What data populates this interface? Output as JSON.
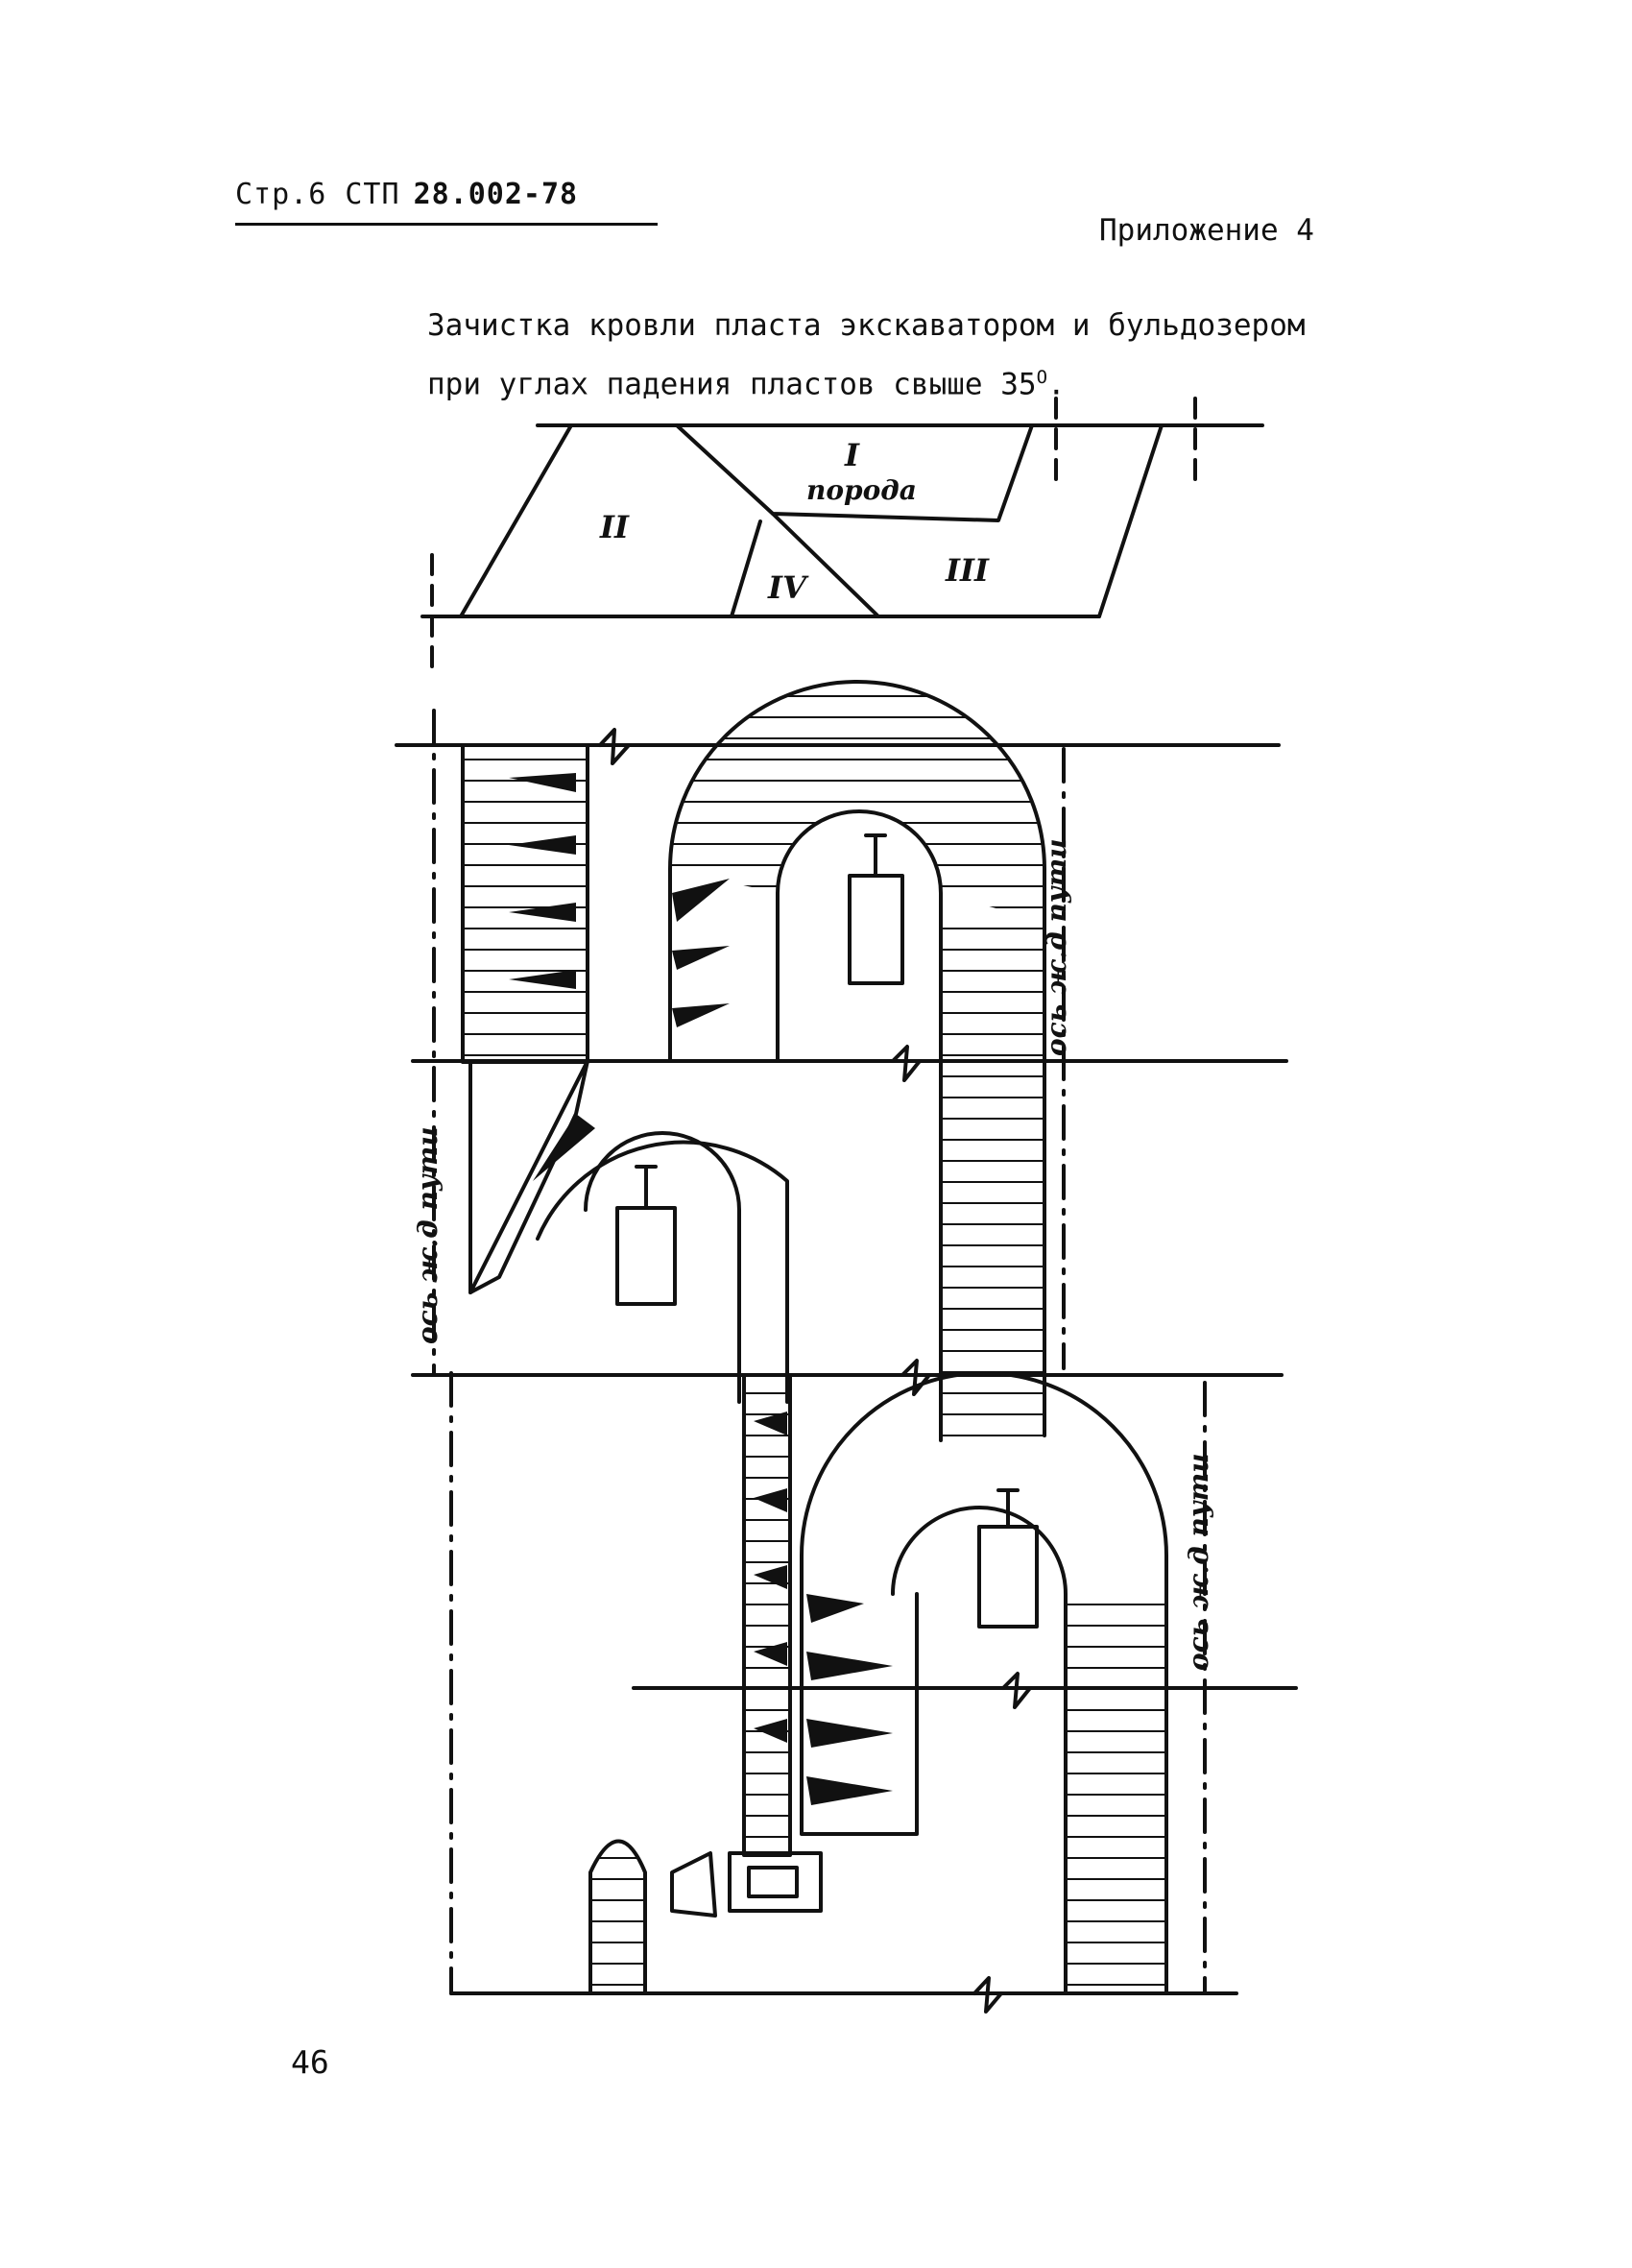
{
  "header": {
    "page_ref": "Стр.6 СТП",
    "doc_code": "28.002-78"
  },
  "appendix": "Приложение 4",
  "caption": {
    "line1": "Зачистка кровли пласта экскаватором и бульдозером",
    "line2": "при углах падения пластов свыше 35",
    "degree": "О",
    "end": "."
  },
  "diagram": {
    "zones": {
      "zone1": "I",
      "zone1_label": "порода",
      "zone2": "II",
      "zone3": "III",
      "zone4": "IV"
    },
    "axis_labels": [
      "ось ж.д пути",
      "ось ж.д пути",
      "ось ж.д пути"
    ]
  },
  "page_number": "46"
}
